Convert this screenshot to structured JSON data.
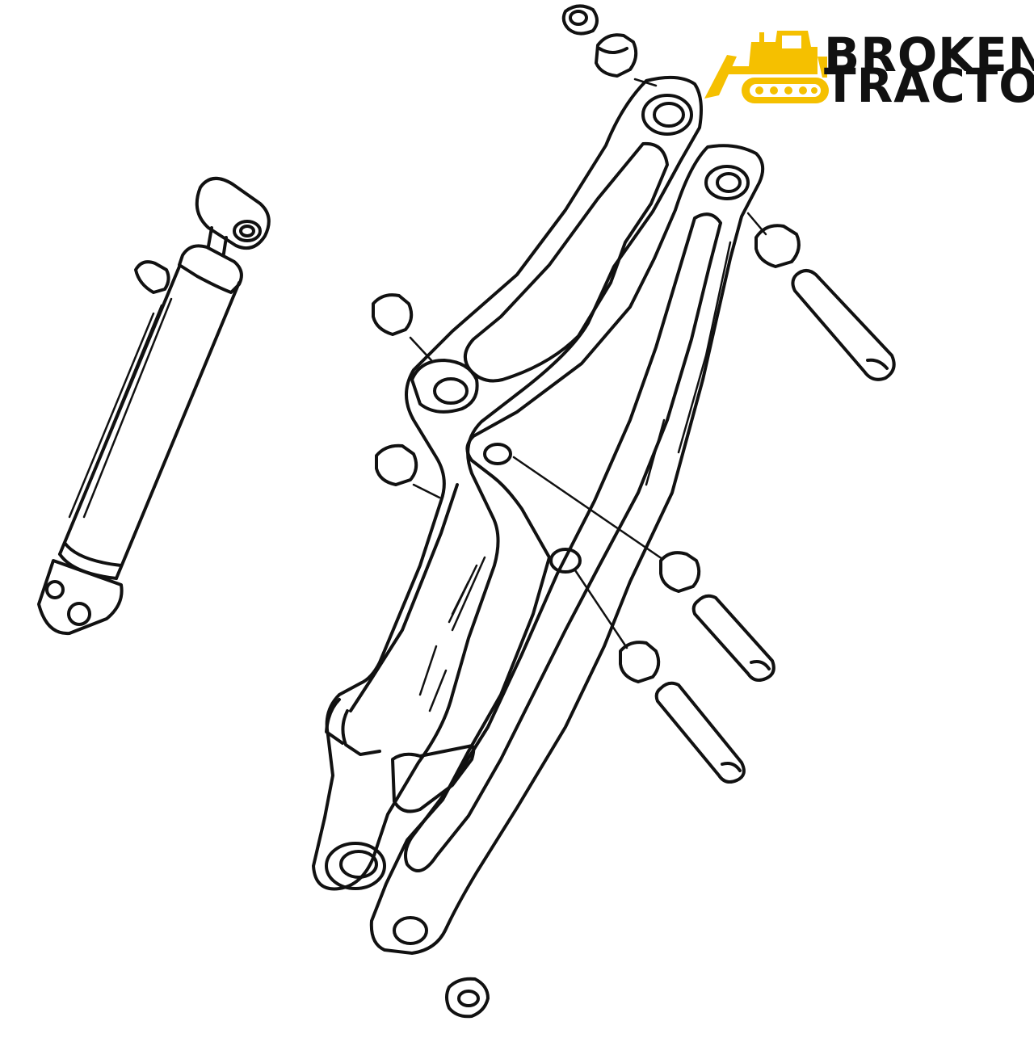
{
  "logo": {
    "line1": "BROKEN",
    "line2": "TRACTOR",
    "accent_color": "#f5c000",
    "icon": "bulldozer-icon"
  },
  "parts": [
    "hydraulic-cylinder",
    "lift-arm-front",
    "lift-arm-rear",
    "bushing",
    "pin"
  ]
}
